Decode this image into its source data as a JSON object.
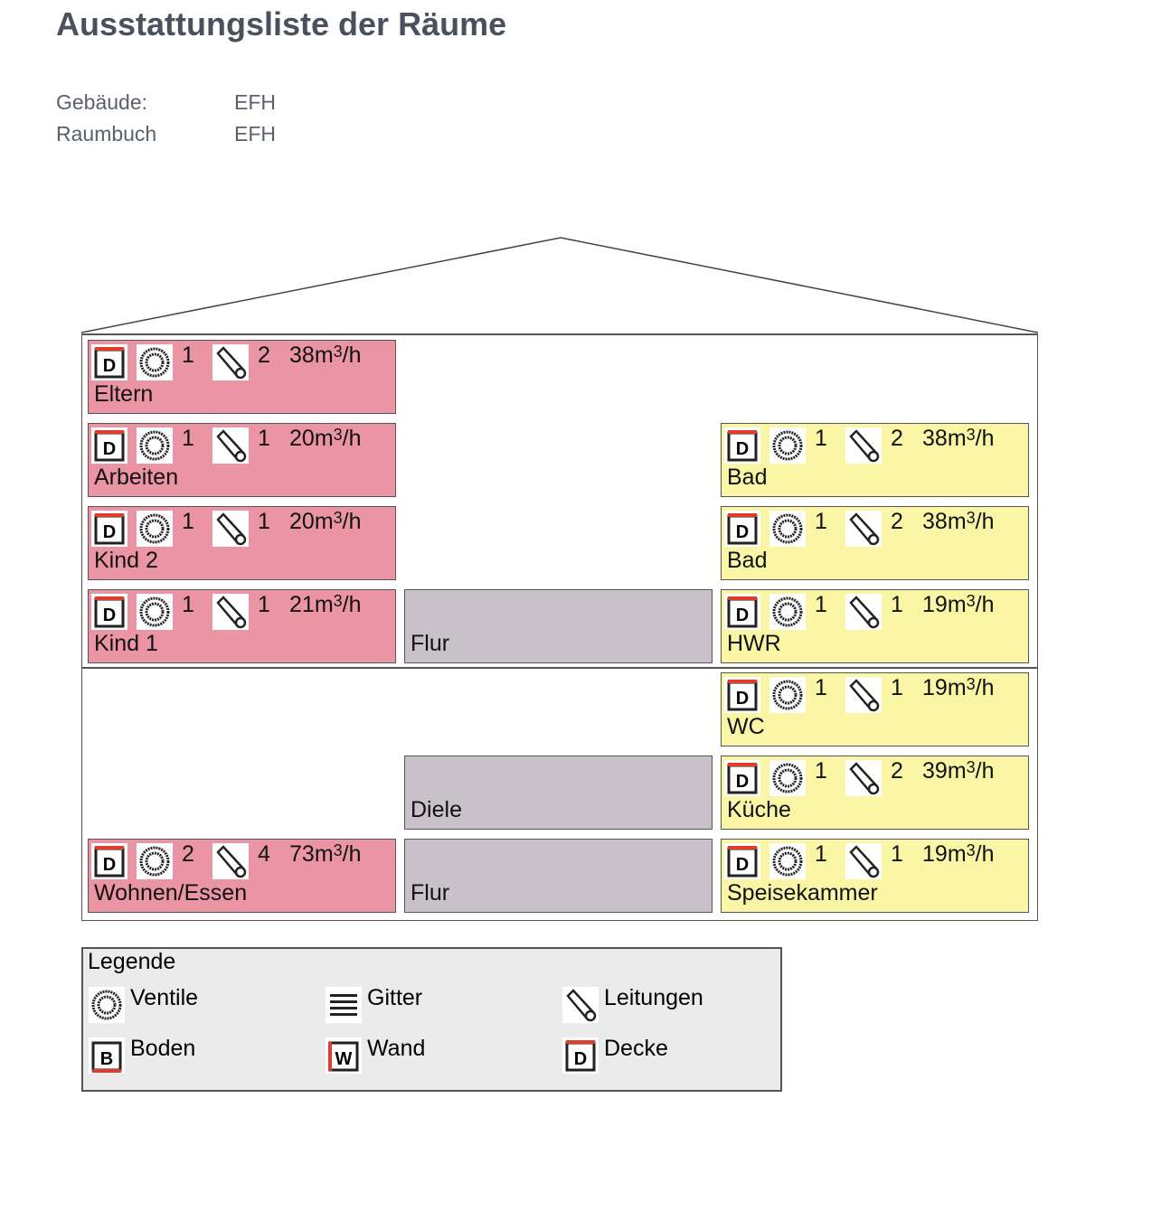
{
  "title": "Ausstattungsliste der Räume",
  "meta": [
    {
      "label": "Gebäude:",
      "value": "EFH"
    },
    {
      "label": "Raumbuch",
      "value": "EFH"
    }
  ],
  "colors": {
    "pink": "#eb94a4",
    "yellow": "#fbf6a6",
    "gray": "#c9c1c9",
    "title": "#4a505e",
    "red": "#e03c2c"
  },
  "rooms": [
    {
      "name": "Eltern",
      "type": "pink",
      "icon": "decke",
      "ventile": "1",
      "leitungen": "2",
      "flow": "38",
      "unit": "m",
      "exp": "3",
      "per": "/h"
    },
    {
      "name": "Arbeiten",
      "type": "pink",
      "icon": "decke",
      "ventile": "1",
      "leitungen": "1",
      "flow": "20",
      "unit": "m",
      "exp": "3",
      "per": "/h"
    },
    {
      "name": "Bad",
      "type": "yellow",
      "icon": "decke",
      "ventile": "1",
      "leitungen": "2",
      "flow": "38",
      "unit": "m",
      "exp": "3",
      "per": "/h"
    },
    {
      "name": "Kind 2",
      "type": "pink",
      "icon": "decke",
      "ventile": "1",
      "leitungen": "1",
      "flow": "20",
      "unit": "m",
      "exp": "3",
      "per": "/h"
    },
    {
      "name": "Bad",
      "type": "yellow",
      "icon": "decke",
      "ventile": "1",
      "leitungen": "2",
      "flow": "38",
      "unit": "m",
      "exp": "3",
      "per": "/h"
    },
    {
      "name": "Kind 1",
      "type": "pink",
      "icon": "decke",
      "ventile": "1",
      "leitungen": "1",
      "flow": "21",
      "unit": "m",
      "exp": "3",
      "per": "/h"
    },
    {
      "name": "Flur",
      "type": "gray"
    },
    {
      "name": "HWR",
      "type": "yellow",
      "icon": "decke",
      "ventile": "1",
      "leitungen": "1",
      "flow": "19",
      "unit": "m",
      "exp": "3",
      "per": "/h"
    },
    {
      "name": "WC",
      "type": "yellow",
      "icon": "decke",
      "ventile": "1",
      "leitungen": "1",
      "flow": "19",
      "unit": "m",
      "exp": "3",
      "per": "/h"
    },
    {
      "name": "Diele",
      "type": "gray"
    },
    {
      "name": "Küche",
      "type": "yellow",
      "icon": "decke",
      "ventile": "1",
      "leitungen": "2",
      "flow": "39",
      "unit": "m",
      "exp": "3",
      "per": "/h"
    },
    {
      "name": "Wohnen/Essen",
      "type": "pink",
      "icon": "decke",
      "ventile": "2",
      "leitungen": "4",
      "flow": "73",
      "unit": "m",
      "exp": "3",
      "per": "/h"
    },
    {
      "name": "Flur",
      "type": "gray"
    },
    {
      "name": "Speisekammer",
      "type": "yellow",
      "icon": "decke",
      "ventile": "1",
      "leitungen": "1",
      "flow": "19",
      "unit": "m",
      "exp": "3",
      "per": "/h"
    }
  ],
  "legend": {
    "title": "Legende",
    "items": [
      {
        "icon": "ventile",
        "label": "Ventile"
      },
      {
        "icon": "gitter",
        "label": "Gitter"
      },
      {
        "icon": "leitungen",
        "label": "Leitungen"
      },
      {
        "icon": "boden",
        "label": "Boden",
        "letter": "B"
      },
      {
        "icon": "wand",
        "label": "Wand",
        "letter": "W"
      },
      {
        "icon": "decke",
        "label": "Decke",
        "letter": "D"
      }
    ]
  }
}
